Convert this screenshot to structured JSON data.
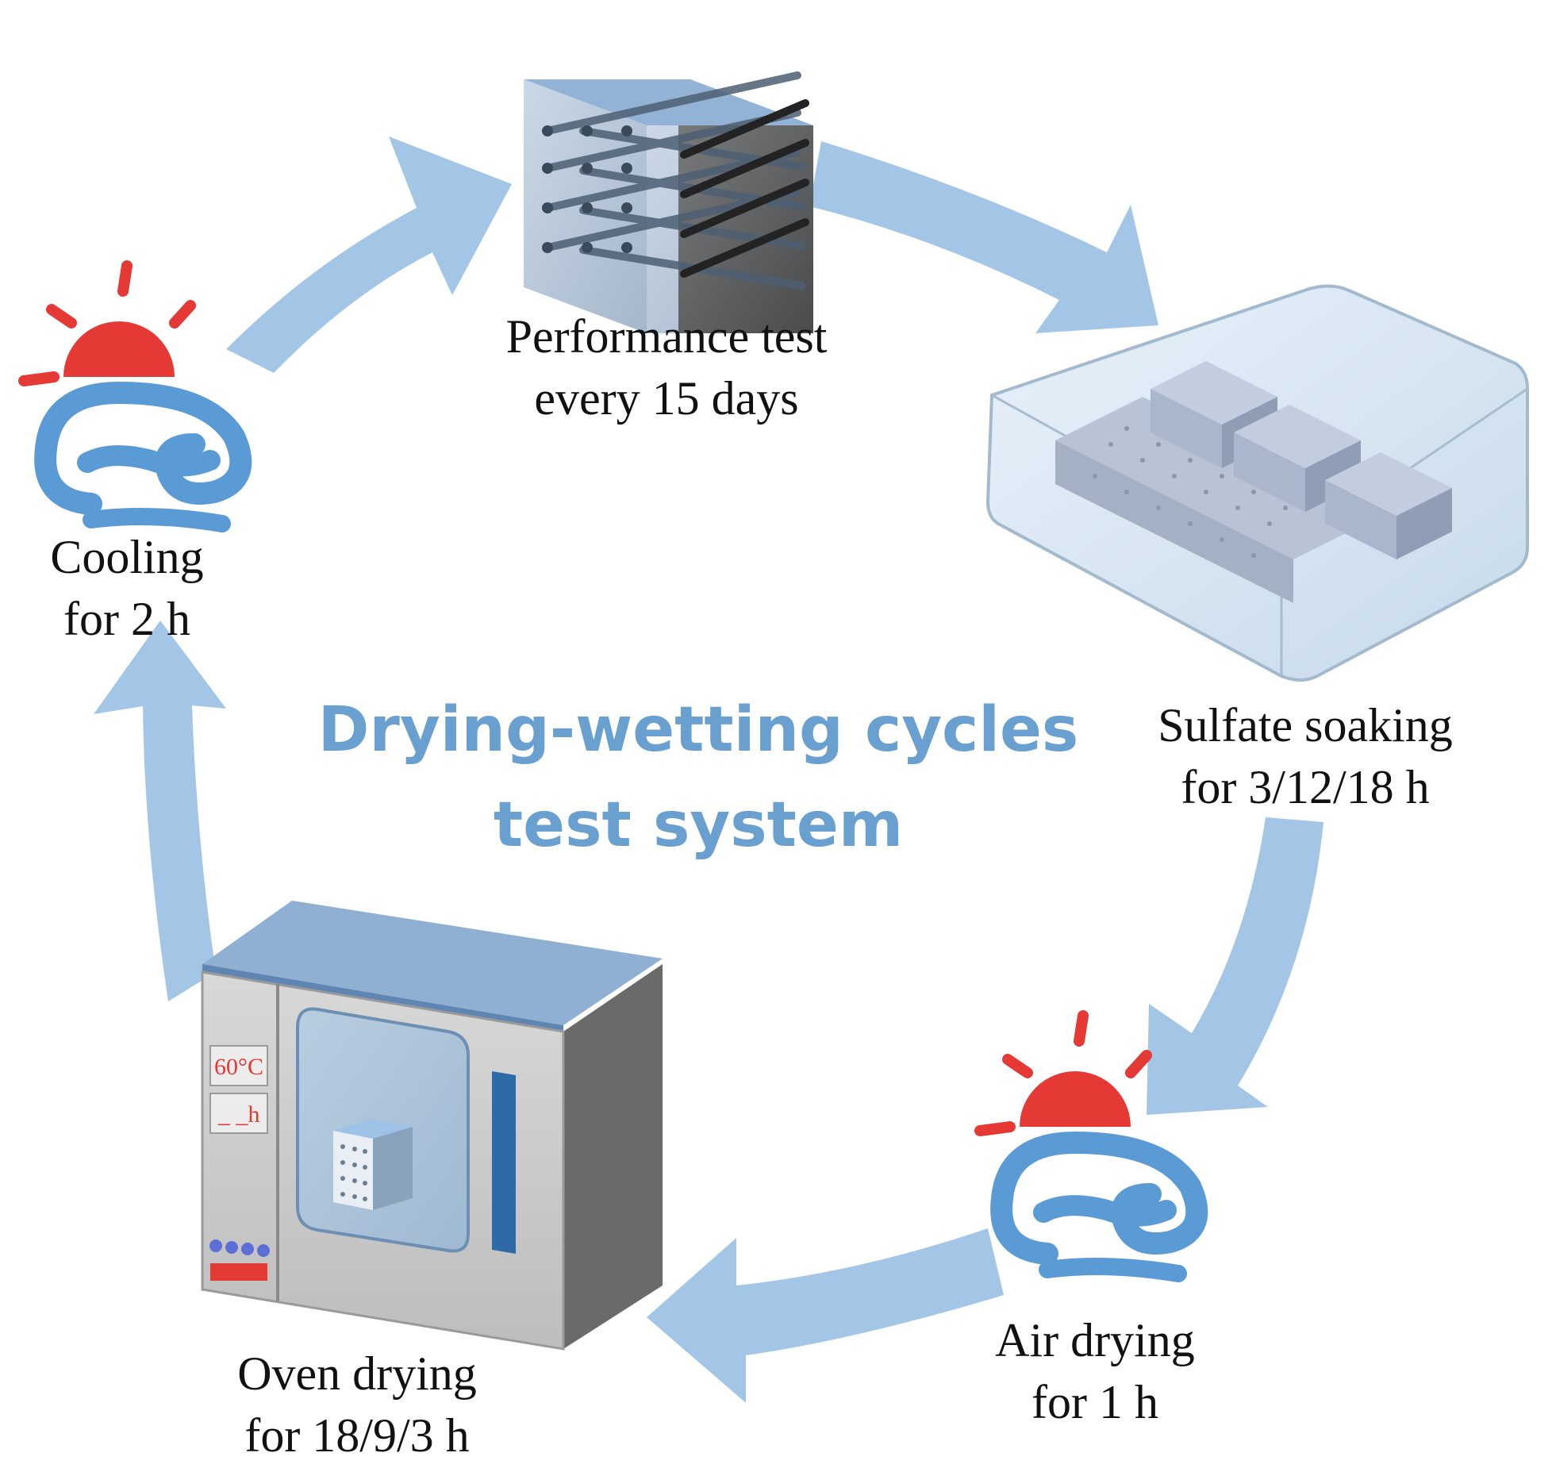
{
  "title": {
    "line1": "Drying-wetting cycles",
    "line2": "test system"
  },
  "steps": {
    "performance": {
      "line1": "Performance test",
      "line2": "every 15 days"
    },
    "soaking": {
      "line1": "Sulfate soaking",
      "line2": "for 3/12/18 h"
    },
    "air_drying": {
      "line1": "Air drying",
      "line2": "for 1 h"
    },
    "oven_drying": {
      "line1": "Oven drying",
      "line2": "for 18/9/3 h"
    },
    "cooling": {
      "line1": "Cooling",
      "line2": "for 2 h"
    }
  },
  "oven": {
    "temperature": "60°C",
    "time": "_ _h"
  },
  "colors": {
    "arrow": "#a4c6e6",
    "title": "#6aa0cf",
    "sun": "#e53935",
    "cloud": "#5b9bd5"
  }
}
